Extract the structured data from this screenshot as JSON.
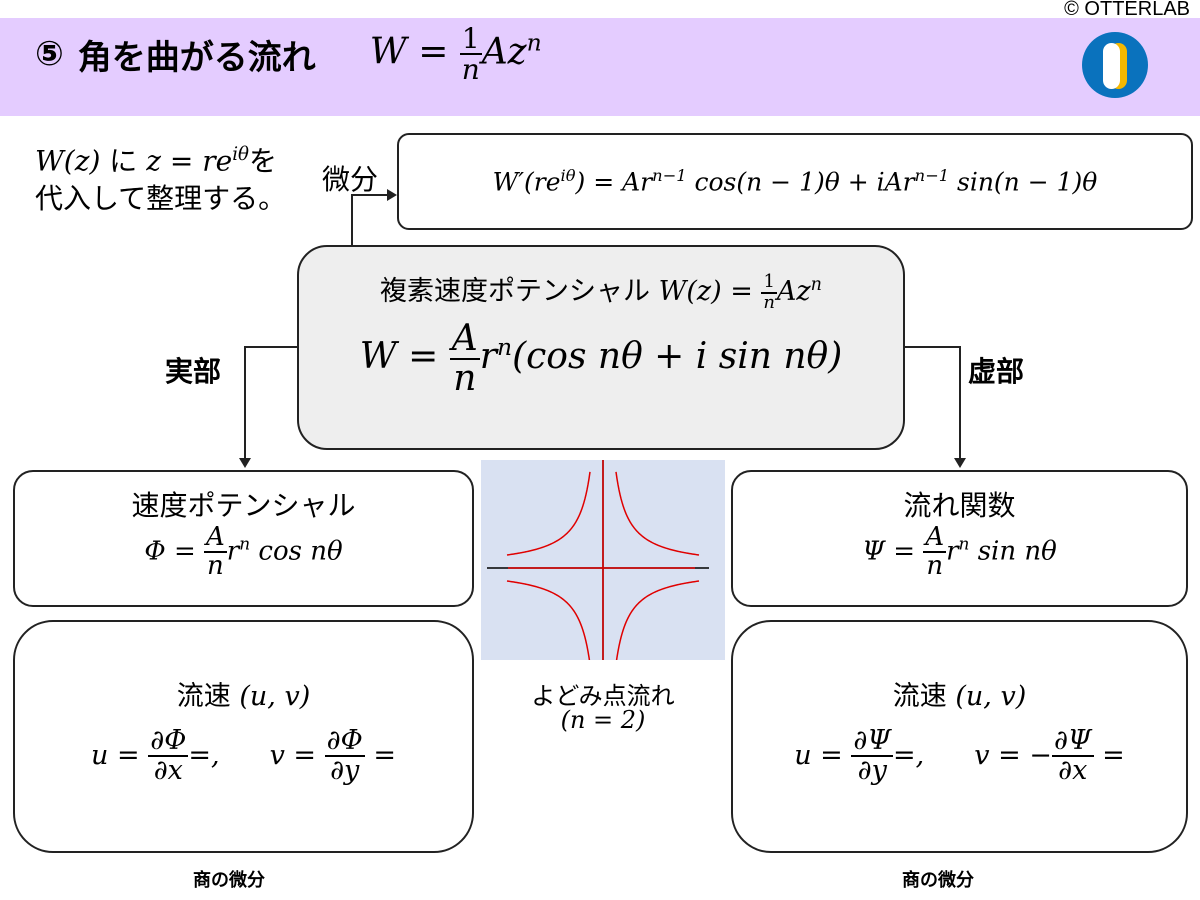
{
  "header": {
    "title_number": "⑤",
    "title_text": "角を曲がる流れ",
    "title_formula_lhs": "W =",
    "title_frac_num": "1",
    "title_frac_den": "n",
    "title_formula_rhs": "Az",
    "title_formula_exp": "n",
    "copyright": "© OTTERLAB",
    "logo": "otterlab-logo"
  },
  "intro": {
    "line1_math": "W(z)",
    "line1_mid": "に",
    "line1_math2": "z = re",
    "line1_exp": "iθ",
    "line1_end": "を",
    "line2": "代入して整理する。"
  },
  "labels": {
    "differentiate": "微分",
    "real_part": "実部",
    "imag_part": "虚部",
    "quotient_rule": "商の微分"
  },
  "derivative": {
    "lhs": "W′(re",
    "lhs_exp": "iθ",
    "lhs_close": ") = Ar",
    "exp1": "n−1",
    "mid": " cos(n − 1)θ + iAr",
    "exp2": "n−1",
    "end": " sin(n − 1)θ"
  },
  "complex": {
    "heading": "複素速度ポテンシャル",
    "heading_math": "W(z) =",
    "frac_num": "1",
    "frac_den": "n",
    "heading_rhs": "Az",
    "heading_exp": "n",
    "eq_lhs": "W =",
    "eq_num": "A",
    "eq_den": "n",
    "eq_r": "r",
    "eq_exp": "n",
    "eq_rest": "(cos nθ + i sin nθ)"
  },
  "potential": {
    "title": "速度ポテンシャル",
    "lhs": "Φ =",
    "num": "A",
    "den": "n",
    "r": "r",
    "exp": "n",
    "rest": " cos nθ"
  },
  "stream": {
    "title": "流れ関数",
    "lhs": "Ψ =",
    "num": "A",
    "den": "n",
    "r": "r",
    "exp": "n",
    "rest": " sin nθ"
  },
  "velocity_left": {
    "title": "流速",
    "title_math": "(u, v)",
    "u_lhs": "u =",
    "u_num": "∂Φ",
    "u_den": "∂x",
    "u_rhs": "=,",
    "v_lhs": "v =",
    "v_num": "∂Φ",
    "v_den": "∂y",
    "v_rhs": "="
  },
  "velocity_right": {
    "title": "流速",
    "title_math": "(u, v)",
    "u_lhs": "u =",
    "u_num": "∂Ψ",
    "u_den": "∂y",
    "u_rhs": "=,",
    "v_lhs": "v = −",
    "v_num": "∂Ψ",
    "v_den": "∂x",
    "v_rhs": "="
  },
  "figure": {
    "caption": "よどみ点流れ",
    "caption_math": "(n = 2)",
    "curve_color": "#e00000",
    "bg_color": "#d9e1f2"
  }
}
